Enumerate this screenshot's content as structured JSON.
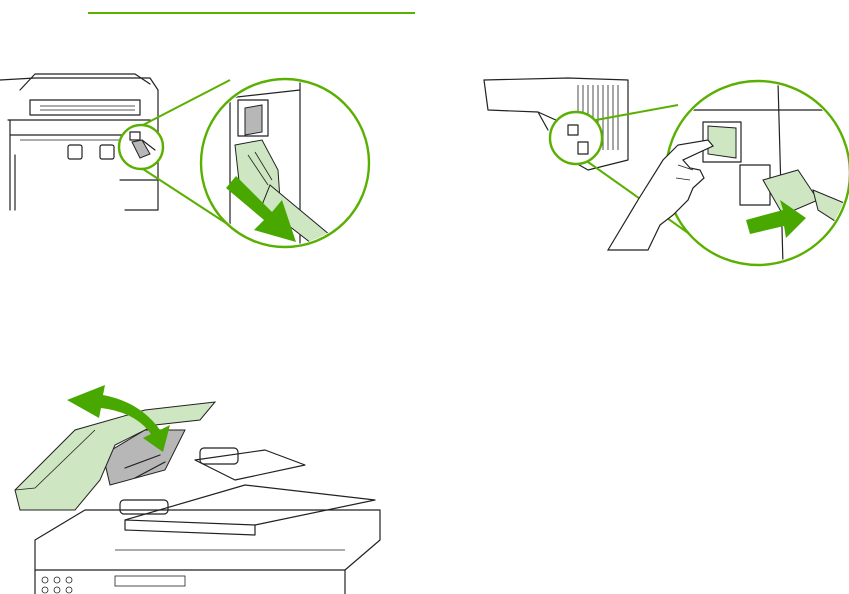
{
  "colors": {
    "accent": "#59b000",
    "arrow": "#48a800",
    "highlight_fill": "#cfe6c2",
    "shade": "#b7b7b7"
  },
  "figures": [
    {
      "id": "unplug-power-cord-left",
      "icon": "printer-rear-power-cord-icon"
    },
    {
      "id": "press-power-switch-unplug",
      "icon": "power-switch-hand-icon"
    },
    {
      "id": "open-document-feeder-cover",
      "icon": "adf-cover-open-icon"
    }
  ]
}
